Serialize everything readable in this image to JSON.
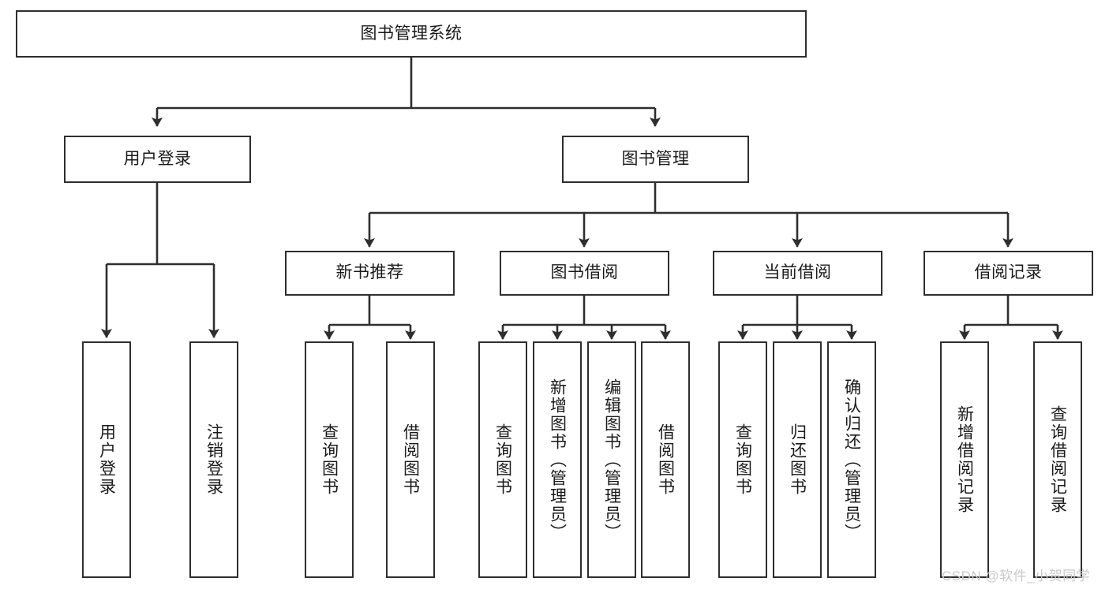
{
  "diagram": {
    "title": "图书管理系统",
    "type": "tree-hierarchy-chart",
    "background_color": "#ffffff",
    "node_border_color": "#2e2e2e",
    "edge_color": "#2e2e2e",
    "text_color": "#1a1a1a"
  },
  "root": {
    "label": "图书管理系统"
  },
  "level2": [
    {
      "label": "用户登录"
    },
    {
      "label": "图书管理"
    }
  ],
  "level3": [
    {
      "label": "新书推荐"
    },
    {
      "label": "图书借阅"
    },
    {
      "label": "当前借阅"
    },
    {
      "label": "借阅记录"
    }
  ],
  "leaves": {
    "user_login": [
      {
        "label": "用户登录"
      },
      {
        "label": "注销登录"
      }
    ],
    "new_book_recommend": [
      {
        "label": "查询图书"
      },
      {
        "label": "借阅图书"
      }
    ],
    "book_borrow": [
      {
        "label": "查询图书"
      },
      {
        "label": "新增图书（管理员）"
      },
      {
        "label": "编辑图书（管理员）"
      },
      {
        "label": "借阅图书"
      }
    ],
    "current_borrow": [
      {
        "label": "查询图书"
      },
      {
        "label": "归还图书"
      },
      {
        "label": "确认归还（管理员）"
      }
    ],
    "borrow_record": [
      {
        "label": "新增借阅记录"
      },
      {
        "label": "查询借阅记录"
      }
    ]
  },
  "watermark": {
    "text": "CSDN @软件_小贺同学"
  }
}
